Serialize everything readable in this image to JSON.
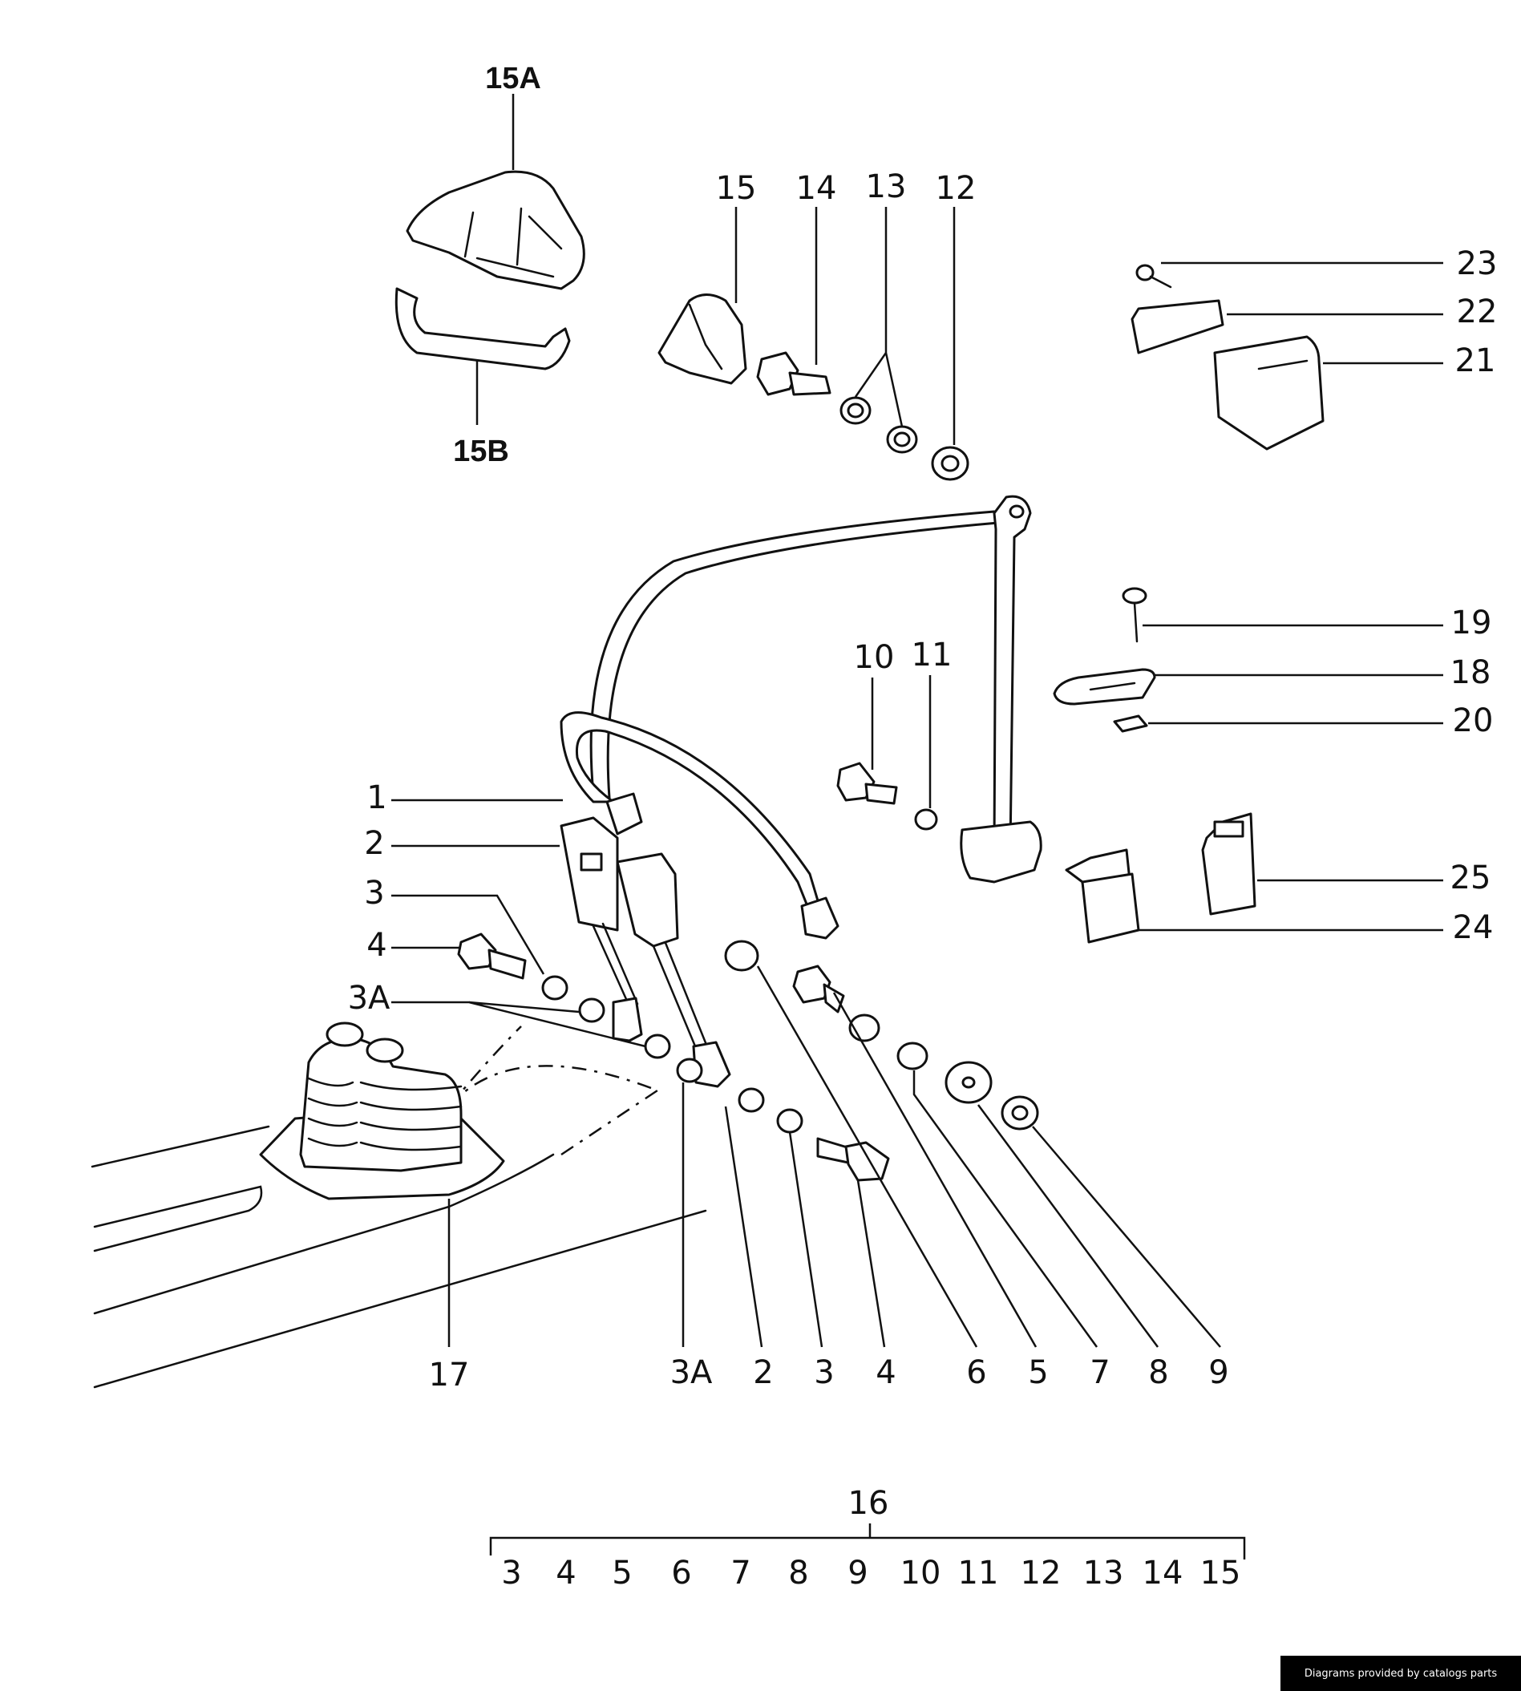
{
  "credit": "Diagrams provided by catalogs parts",
  "labels": {
    "l15A": "15A",
    "l15B": "15B",
    "l15": "15",
    "l14": "14",
    "l13": "13",
    "l12": "12",
    "l23": "23",
    "l22": "22",
    "l21": "21",
    "l19": "19",
    "l18": "18",
    "l20": "20",
    "l10": "10",
    "l11": "11",
    "l25": "25",
    "l24": "24",
    "l1": "1",
    "l2": "2",
    "l3": "3",
    "l4": "4",
    "l3A": "3A",
    "l17": "17",
    "b3A": "3A",
    "b2": "2",
    "b3": "3",
    "b4": "4",
    "b6": "6",
    "b5": "5",
    "b7": "7",
    "b8": "8",
    "b9": "9",
    "l16": "16"
  },
  "kit": [
    "3",
    "4",
    "5",
    "6",
    "7",
    "8",
    "9",
    "10",
    "11",
    "12",
    "13",
    "14",
    "15"
  ]
}
